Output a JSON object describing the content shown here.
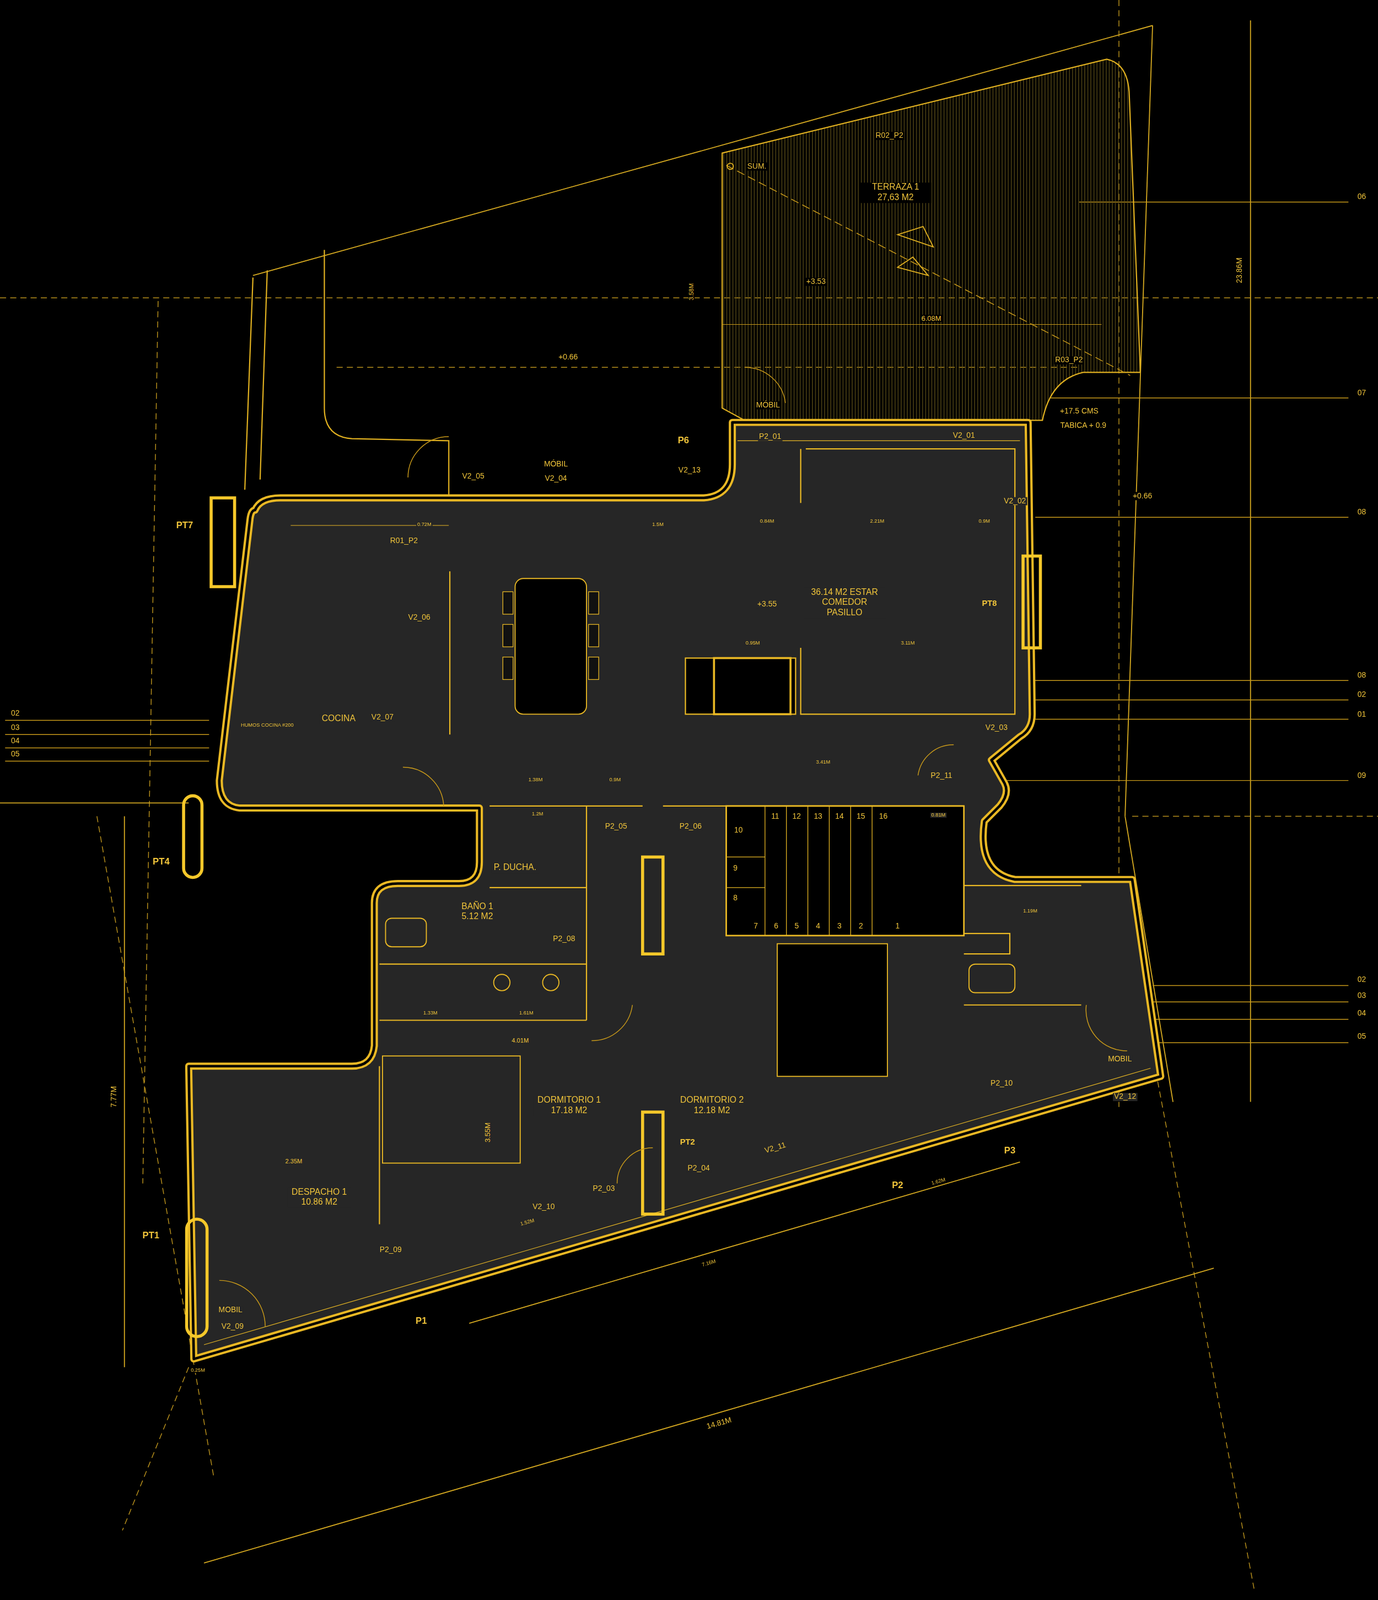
{
  "diagram": {
    "nodes": [
      {
        "text": [
          "TERRAZA 1 27,63 M2"
        ]
      },
      {
        "text": [
          "36.14 M2 ESTAR COMEDOR PASILLO"
        ]
      },
      {
        "text": [
          "COCINA"
        ]
      },
      {
        "text": [
          "P. DUCHA."
        ]
      },
      {
        "text": [
          "BAÑO 1 5.12 M2"
        ]
      },
      {
        "text": [
          "DORMITORIO 1 17.18 M2"
        ]
      },
      {
        "text": [
          "DORMITORIO 2 12.18 M2"
        ]
      },
      {
        "text": [
          "DESPACHO 1 10.86 M2"
        ]
      }
    ],
    "labels": [
      "R02_P2",
      "SUM.",
      "06",
      "23.86M",
      "+3.53",
      "3.58M",
      "6.08M",
      "+0.66",
      "R03_P2",
      "07",
      "MÓBIL",
      "+17.5 CMS",
      "TABICA + 0.9",
      "P6",
      "P2_01",
      "V2_01",
      "MÓBIL",
      "V2_05",
      "V2_04",
      "V2_13",
      "+0.66",
      "V2_02",
      "08",
      "PT7",
      "R01_P2",
      "V2_06",
      "+3.55",
      "PT8",
      "08",
      "02",
      "01",
      "02",
      "03",
      "04",
      "05",
      "HUMOS COCINA #200",
      "V2_07",
      "V2_03",
      "P2_11",
      "09",
      "PT4",
      "P2_05",
      "P2_06",
      "P2_08",
      "10",
      "11",
      "12",
      "13",
      "14",
      "15",
      "16",
      "9",
      "8",
      "7",
      "6",
      "5",
      "4",
      "3",
      "2",
      "1",
      "MOBIL",
      "P2_10",
      "V2_12",
      "4.01M",
      "3.55M",
      "7.77M",
      "P3",
      "P2",
      "PT2",
      "V2_11",
      "P2_04",
      "P2_03",
      "V2_10",
      "PT1",
      "P2_09",
      "MOBIL",
      "V2_09",
      "P1",
      "14.81M",
      "2.35M",
      "0.72M",
      "1.5M",
      "0.84M",
      "2.21M",
      "0.9M",
      "0.95M",
      "3.11M",
      "3.41M",
      "1.38M",
      "0.9M",
      "1.2M",
      "1.33M",
      "1.61M",
      "1.19M",
      "0.81M",
      "7.16M",
      "1.52M",
      "1.62M",
      "0.25M",
      "02",
      "03",
      "04",
      "05"
    ]
  }
}
